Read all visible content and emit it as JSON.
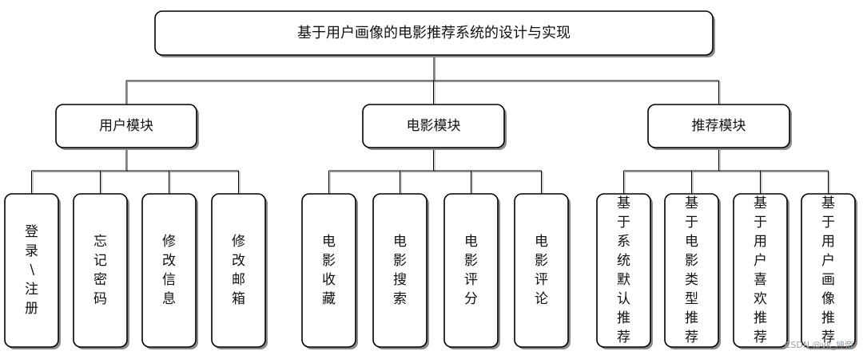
{
  "root": {
    "label": "基于用户画像的电影推荐系统的设计与实现"
  },
  "modules": [
    {
      "label": "用户模块",
      "children": [
        "登录\\注册",
        "忘记密码",
        "修改信息",
        "修改邮箱"
      ]
    },
    {
      "label": "电影模块",
      "children": [
        "电影收藏",
        "电影搜索",
        "电影评分",
        "电影评论"
      ]
    },
    {
      "label": "推荐模块",
      "children": [
        "基于系统默认推荐",
        "基于电影类型推荐",
        "基于用户喜欢推荐",
        "基于用户画像推荐"
      ]
    }
  ],
  "watermark": "CSDN @yk_坤帝"
}
